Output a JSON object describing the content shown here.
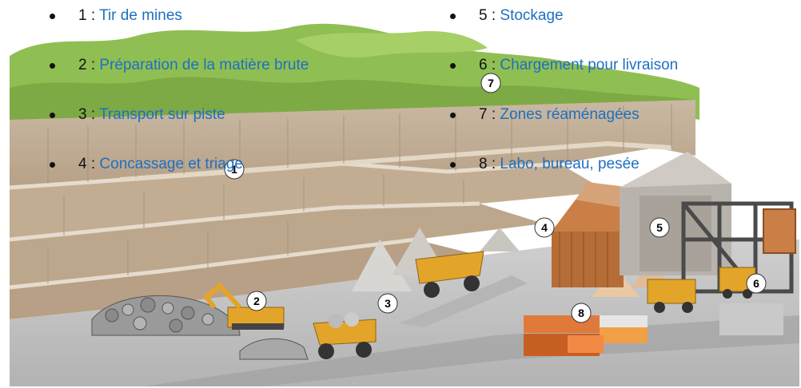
{
  "legend": {
    "left": [
      {
        "num": "1 : ",
        "label": "Tir de mines"
      },
      {
        "num": "2 : ",
        "label": "Préparation de la matière brute"
      },
      {
        "num": "3 : ",
        "label": "Transport sur piste"
      },
      {
        "num": "4 : ",
        "label": "Concassage et triage"
      }
    ],
    "right": [
      {
        "num": "5 : ",
        "label": "Stockage"
      },
      {
        "num": "6 : ",
        "label": "Chargement pour livraison"
      },
      {
        "num": "7 : ",
        "label": "Zones réaménagées"
      },
      {
        "num": "8 : ",
        "label": "Labo, bureau, pesée"
      }
    ]
  },
  "markers": [
    "1",
    "2",
    "3",
    "4",
    "5",
    "6",
    "7",
    "8"
  ]
}
